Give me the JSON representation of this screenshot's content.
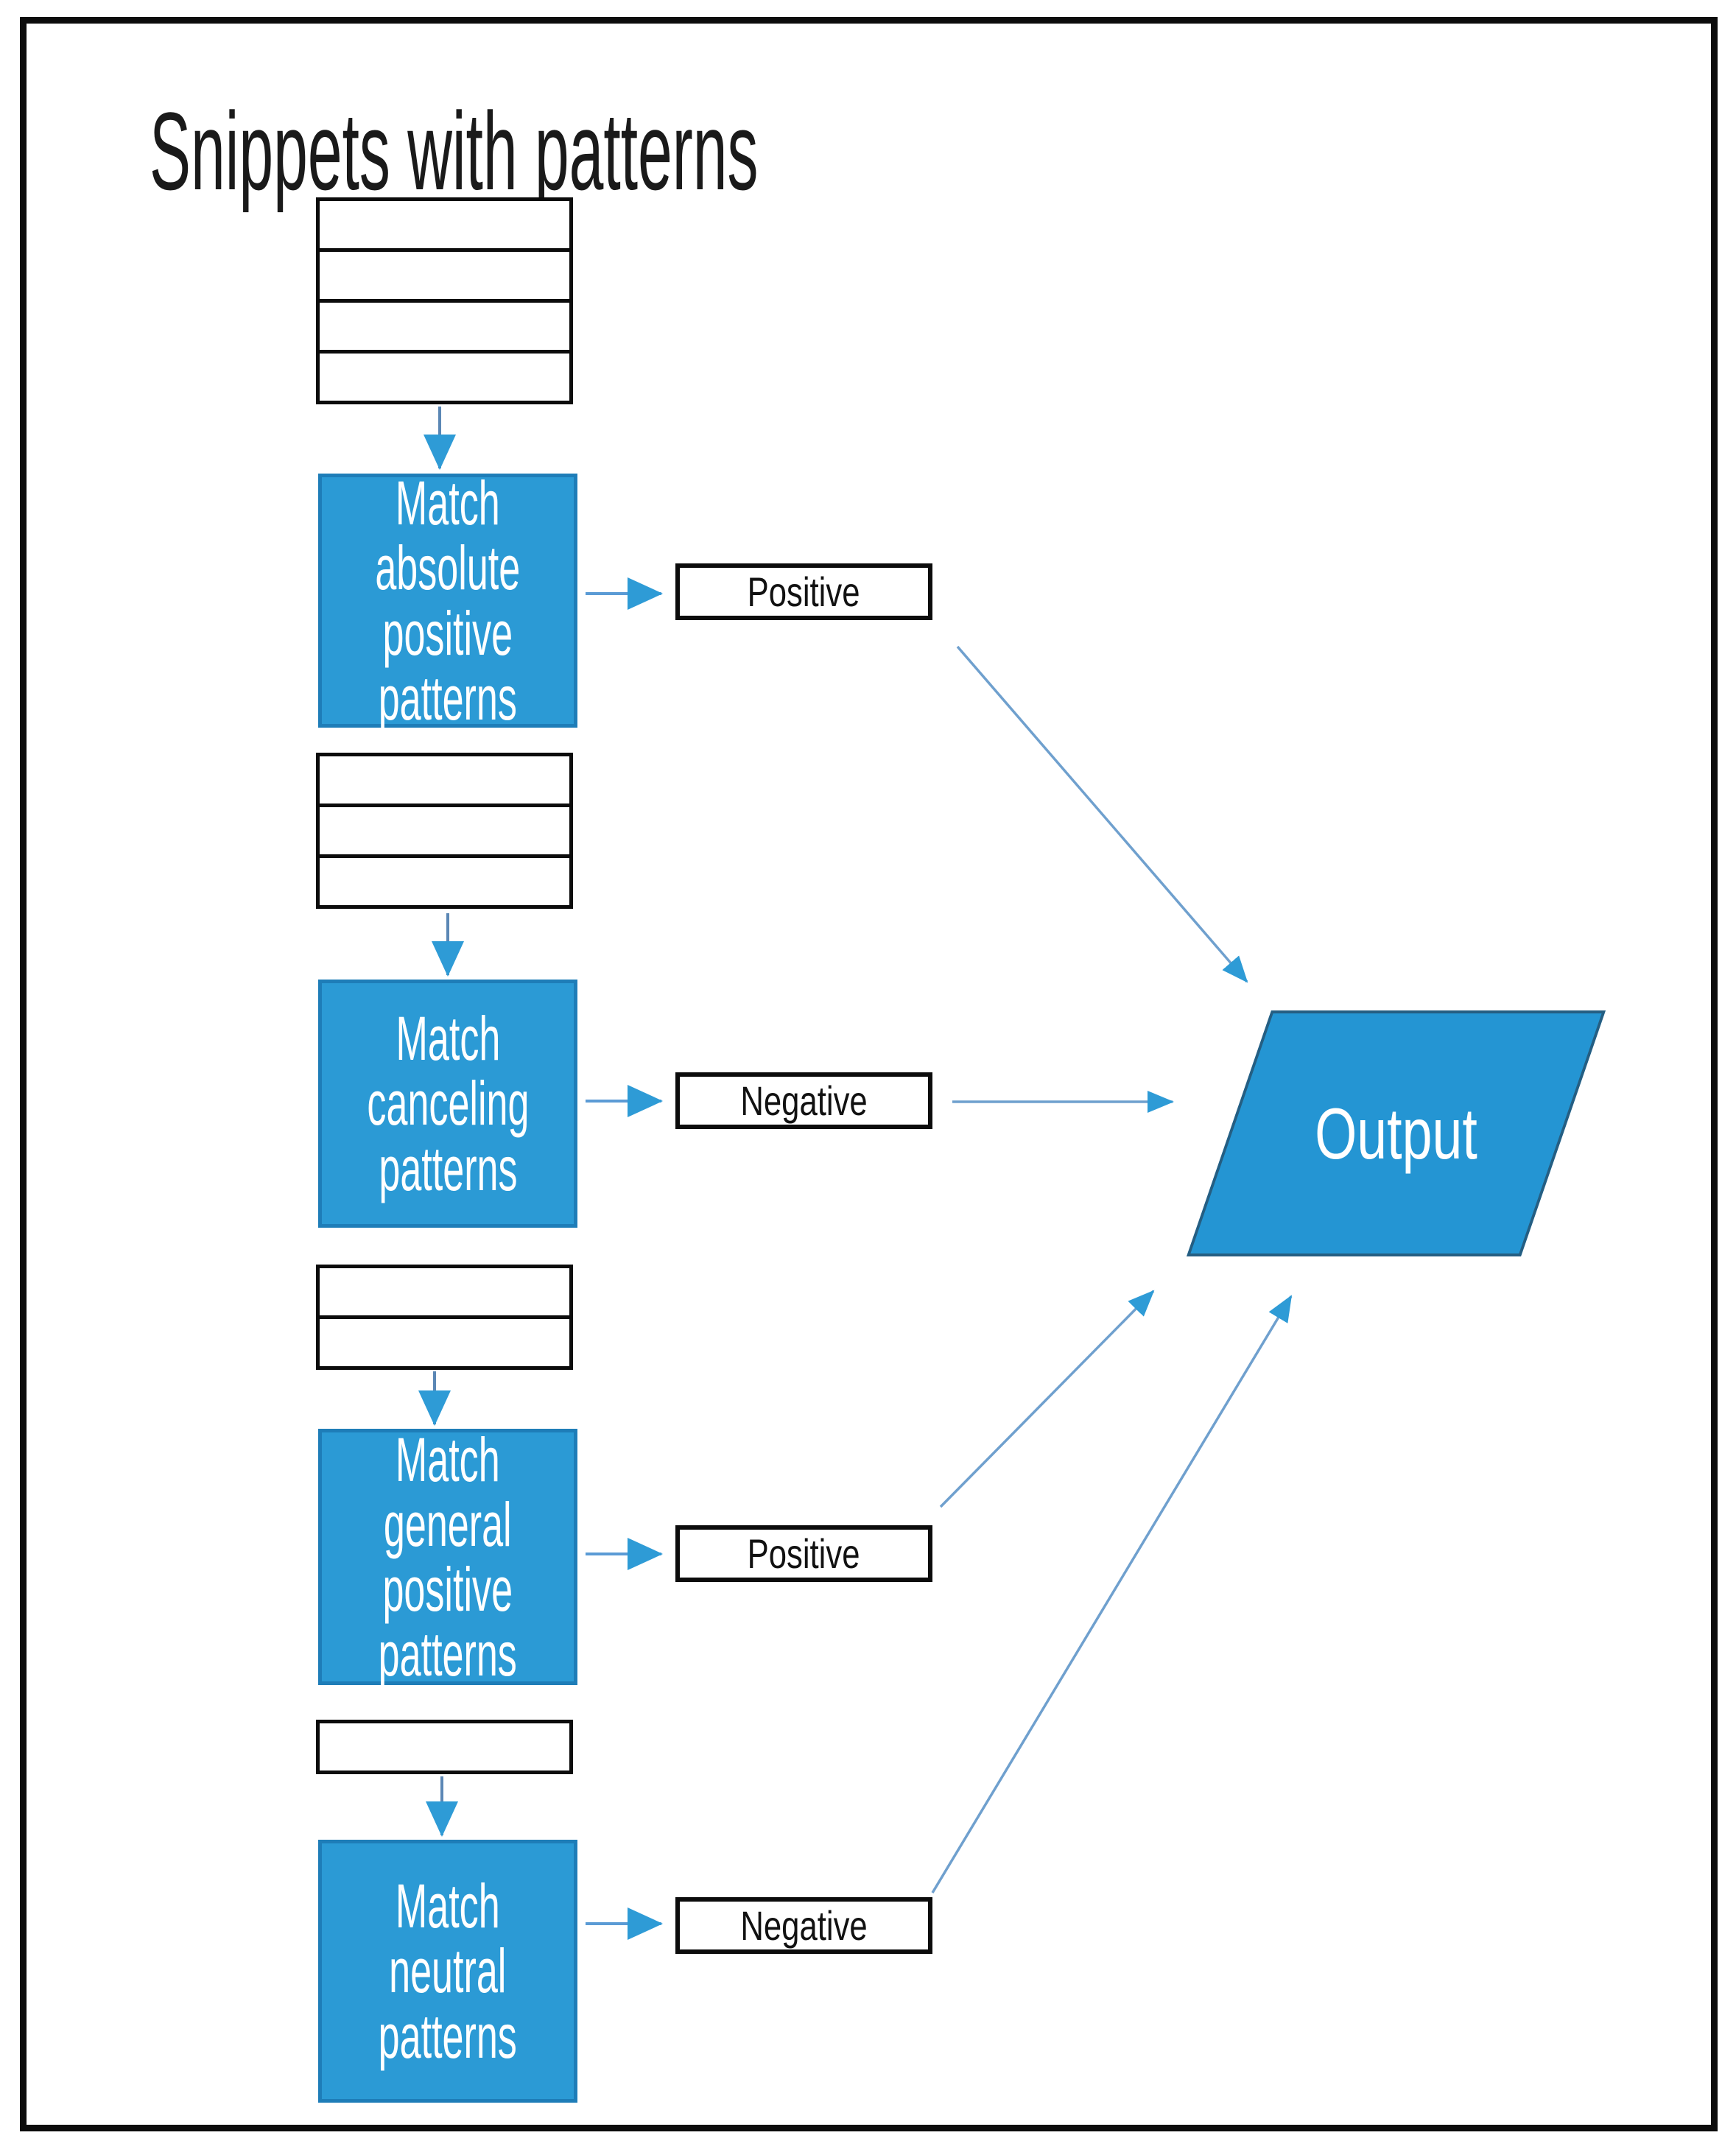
{
  "page": {
    "title": "Snippets with patterns"
  },
  "colors": {
    "process_fill": "#2b9ad5",
    "process_border": "#1e7db8",
    "output_fill": "#2495d3",
    "output_border": "#255e82",
    "arrow_shaft": "#5b9bd5",
    "arrow_head": "#2e9bd6",
    "box_border": "#0c0c0c",
    "background": "#ffffff"
  },
  "sections": [
    {
      "stack_rows": 4,
      "process": "Match\nabsolute\npositive\npatterns",
      "result": "Positive"
    },
    {
      "stack_rows": 3,
      "process": "Match\ncanceling\npatterns",
      "result": "Negative"
    },
    {
      "stack_rows": 2,
      "process": "Match\ngeneral\npositive\npatterns",
      "result": "Positive"
    },
    {
      "stack_rows": 1,
      "process": "Match\nneutral\npatterns",
      "result": "Negative"
    }
  ],
  "output": {
    "label": "Output"
  }
}
